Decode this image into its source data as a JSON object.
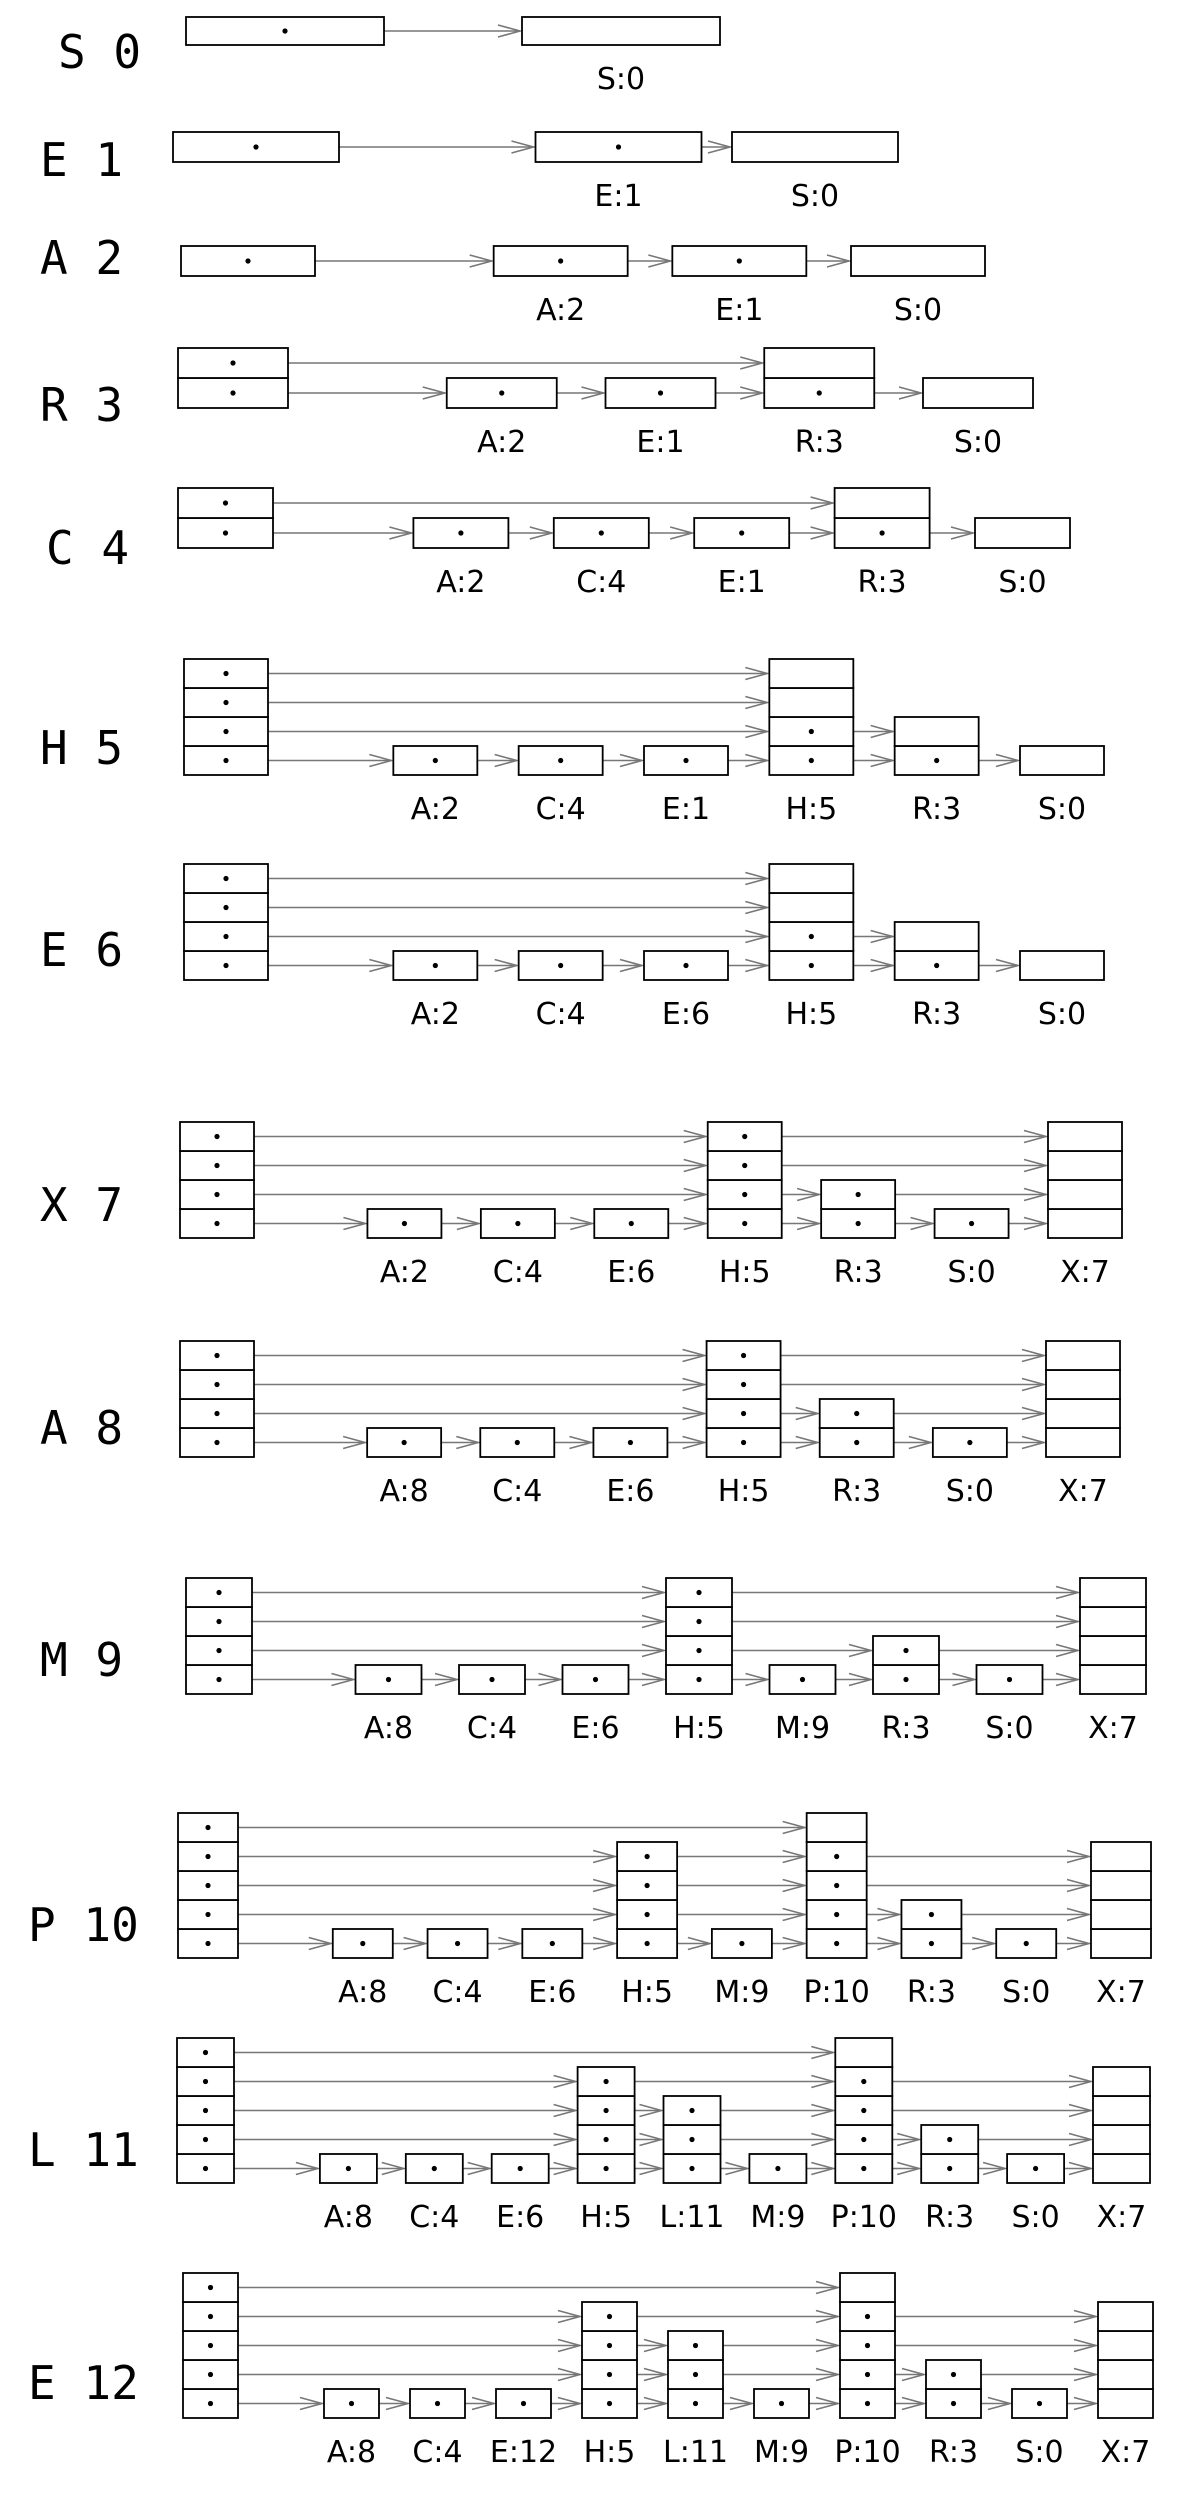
{
  "colors": {
    "link": "#777777",
    "box": "#000000",
    "background": "#ffffff"
  },
  "steps": [
    {
      "key": "S",
      "num": "0",
      "nodes": [
        {
          "label": "S:0",
          "levels": 1
        }
      ]
    },
    {
      "key": "E",
      "num": "1",
      "nodes": [
        {
          "label": "E:1",
          "levels": 1
        },
        {
          "label": "S:0",
          "levels": 1
        }
      ]
    },
    {
      "key": "A",
      "num": "2",
      "nodes": [
        {
          "label": "A:2",
          "levels": 1
        },
        {
          "label": "E:1",
          "levels": 1
        },
        {
          "label": "S:0",
          "levels": 1
        }
      ]
    },
    {
      "key": "R",
      "num": "3",
      "nodes": [
        {
          "label": "A:2",
          "levels": 1
        },
        {
          "label": "E:1",
          "levels": 1
        },
        {
          "label": "R:3",
          "levels": 2
        },
        {
          "label": "S:0",
          "levels": 1
        }
      ]
    },
    {
      "key": "C",
      "num": "4",
      "nodes": [
        {
          "label": "A:2",
          "levels": 1
        },
        {
          "label": "C:4",
          "levels": 1
        },
        {
          "label": "E:1",
          "levels": 1
        },
        {
          "label": "R:3",
          "levels": 2
        },
        {
          "label": "S:0",
          "levels": 1
        }
      ]
    },
    {
      "key": "H",
      "num": "5",
      "nodes": [
        {
          "label": "A:2",
          "levels": 1
        },
        {
          "label": "C:4",
          "levels": 1
        },
        {
          "label": "E:1",
          "levels": 1
        },
        {
          "label": "H:5",
          "levels": 4
        },
        {
          "label": "R:3",
          "levels": 2
        },
        {
          "label": "S:0",
          "levels": 1
        }
      ]
    },
    {
      "key": "E",
      "num": "6",
      "nodes": [
        {
          "label": "A:2",
          "levels": 1
        },
        {
          "label": "C:4",
          "levels": 1
        },
        {
          "label": "E:6",
          "levels": 1
        },
        {
          "label": "H:5",
          "levels": 4
        },
        {
          "label": "R:3",
          "levels": 2
        },
        {
          "label": "S:0",
          "levels": 1
        }
      ]
    },
    {
      "key": "X",
      "num": "7",
      "nodes": [
        {
          "label": "A:2",
          "levels": 1
        },
        {
          "label": "C:4",
          "levels": 1
        },
        {
          "label": "E:6",
          "levels": 1
        },
        {
          "label": "H:5",
          "levels": 4
        },
        {
          "label": "R:3",
          "levels": 2
        },
        {
          "label": "S:0",
          "levels": 1
        },
        {
          "label": "X:7",
          "levels": 4
        }
      ]
    },
    {
      "key": "A",
      "num": "8",
      "nodes": [
        {
          "label": "A:8",
          "levels": 1
        },
        {
          "label": "C:4",
          "levels": 1
        },
        {
          "label": "E:6",
          "levels": 1
        },
        {
          "label": "H:5",
          "levels": 4
        },
        {
          "label": "R:3",
          "levels": 2
        },
        {
          "label": "S:0",
          "levels": 1
        },
        {
          "label": "X:7",
          "levels": 4
        }
      ]
    },
    {
      "key": "M",
      "num": "9",
      "nodes": [
        {
          "label": "A:8",
          "levels": 1
        },
        {
          "label": "C:4",
          "levels": 1
        },
        {
          "label": "E:6",
          "levels": 1
        },
        {
          "label": "H:5",
          "levels": 4
        },
        {
          "label": "M:9",
          "levels": 1
        },
        {
          "label": "R:3",
          "levels": 2
        },
        {
          "label": "S:0",
          "levels": 1
        },
        {
          "label": "X:7",
          "levels": 4
        }
      ]
    },
    {
      "key": "P",
      "num": "10",
      "nodes": [
        {
          "label": "A:8",
          "levels": 1
        },
        {
          "label": "C:4",
          "levels": 1
        },
        {
          "label": "E:6",
          "levels": 1
        },
        {
          "label": "H:5",
          "levels": 4
        },
        {
          "label": "M:9",
          "levels": 1
        },
        {
          "label": "P:10",
          "levels": 5
        },
        {
          "label": "R:3",
          "levels": 2
        },
        {
          "label": "S:0",
          "levels": 1
        },
        {
          "label": "X:7",
          "levels": 4
        }
      ]
    },
    {
      "key": "L",
      "num": "11",
      "nodes": [
        {
          "label": "A:8",
          "levels": 1
        },
        {
          "label": "C:4",
          "levels": 1
        },
        {
          "label": "E:6",
          "levels": 1
        },
        {
          "label": "H:5",
          "levels": 4
        },
        {
          "label": "L:11",
          "levels": 3
        },
        {
          "label": "M:9",
          "levels": 1
        },
        {
          "label": "P:10",
          "levels": 5
        },
        {
          "label": "R:3",
          "levels": 2
        },
        {
          "label": "S:0",
          "levels": 1
        },
        {
          "label": "X:7",
          "levels": 4
        }
      ]
    },
    {
      "key": "E",
      "num": "12",
      "nodes": [
        {
          "label": "A:8",
          "levels": 1
        },
        {
          "label": "C:4",
          "levels": 1
        },
        {
          "label": "E:12",
          "levels": 1
        },
        {
          "label": "H:5",
          "levels": 4
        },
        {
          "label": "L:11",
          "levels": 3
        },
        {
          "label": "M:9",
          "levels": 1
        },
        {
          "label": "P:10",
          "levels": 5
        },
        {
          "label": "R:3",
          "levels": 2
        },
        {
          "label": "S:0",
          "levels": 1
        },
        {
          "label": "X:7",
          "levels": 4
        }
      ]
    }
  ]
}
